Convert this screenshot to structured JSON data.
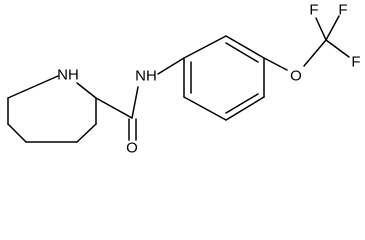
{
  "molecule": {
    "atom_labels": {
      "ring_nitrogen": "NH",
      "amide_nitrogen": "NH",
      "carbonyl_oxygen": "O",
      "ether_oxygen": "O",
      "fluorine_top_left": "F",
      "fluorine_top_right": "F",
      "fluorine_right": "F"
    }
  },
  "colors": {
    "background": "#ffffff",
    "bond": "#000000",
    "text": "#000000"
  }
}
